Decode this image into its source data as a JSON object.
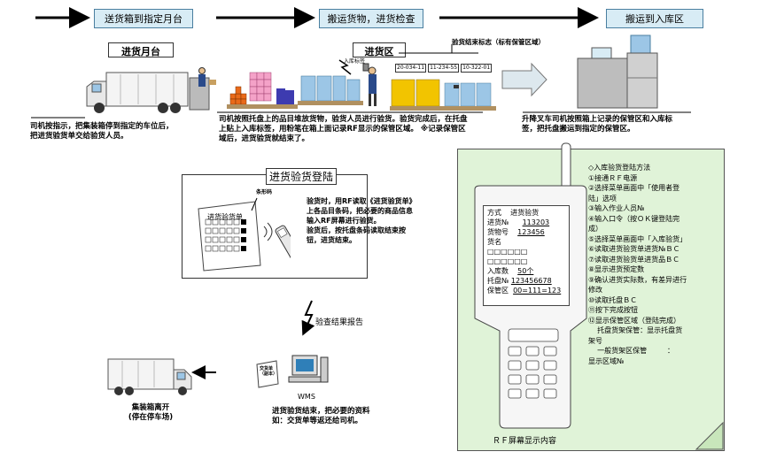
{
  "stages": [
    "送货箱到指定月台",
    "搬运货物，进货检查",
    "搬运到入库区"
  ],
  "zones": {
    "dock": "进货月台",
    "receiving": "进货区"
  },
  "tags": {
    "inspection_mark": "验货结束标志（标有保管区域）",
    "putaway_tag": "入库标签",
    "tag_codes": [
      "20-034-11",
      "11-234-55",
      "10-322-01"
    ]
  },
  "captions": {
    "driver": [
      "司机按指示，把集装箱停到指定的车位后，",
      "把进货验货单交给验货人员。"
    ],
    "pallet": [
      "司机按照托盘上的品目堆放货物，验货人员进行验货。验货完成后，在托盘",
      "上贴上入库标签，用粉笔在箱上面记录RF显示的保管区域。   ※记录保管区",
      "域后，进货验货就结束了。"
    ],
    "forklift": [
      "升降叉车司机按照箱上记录的保管区和入库标",
      "签，把托盘搬运到指定的保管区。"
    ]
  },
  "registration": {
    "title": "进货验货登陆",
    "barcode_label": "条形码",
    "sheet_title": "进货验货单",
    "text": [
      "验货时，用RF读取《进货验货单》",
      "上各品目条码，把必要的商品信息",
      "输入RF屏幕进行验货。",
      "验货后，按托盘条码读取结束按",
      "钮，进货结束。"
    ]
  },
  "report_label": "验查结果报告",
  "wms": {
    "label": "WMS",
    "doc_label": [
      "交货单",
      "（副本）"
    ],
    "caption": [
      "进货验货结束，把必要的资料",
      "如：交货单等返还给司机。"
    ]
  },
  "departure": [
    "集装箱离开",
    "(停在停车场)"
  ],
  "rf_panel": {
    "caption": "ＲＦ屏幕显示内容",
    "steps": [
      "◇入库验货登陆方法",
      "①接通ＲＦ电源",
      "②选择菜单画面中「使用者登",
      "陆」选项",
      "③输入作业人员№",
      "④输入口令（按ＯＫ键登陆完",
      "成）",
      "⑤选择菜单画面中「入库验货」",
      "⑥读取进货验货单进货№ＢＣ",
      "⑦读取进货验货单进货品ＢＣ",
      "⑧显示进货预定数",
      "⑨确认进货实际数，有差异进行",
      "修改",
      "⑩读取托盘ＢＣ",
      "⑪按下完成按钮",
      "⑫显示保管区域（登陆完成）",
      "    托盘货架保管：显示托盘货",
      "架号",
      "    一般货架区保管         ：",
      "显示区域№"
    ],
    "screen": {
      "method_label": "方式",
      "method_value": "进货验货",
      "in_no_label": "进货№",
      "in_no_value": "113203",
      "item_label": "货物号",
      "item_value": "123456",
      "name_label": "货名",
      "qty_label": "入库数",
      "qty_value": "50个",
      "pallet_label": "托盘№",
      "pallet_value": "123456678",
      "area_label": "保管区",
      "area_value": "00=111=123"
    }
  },
  "colors": {
    "stage_fill": "#d8ecf5",
    "panel_fill": "#e0f3d8",
    "pallet_yellow": "#f2c400",
    "box_blue": "#9cc6e6",
    "box_pink": "#f4a2c8",
    "box_orange": "#e96a1a",
    "box_purple": "#3d3bb0"
  }
}
